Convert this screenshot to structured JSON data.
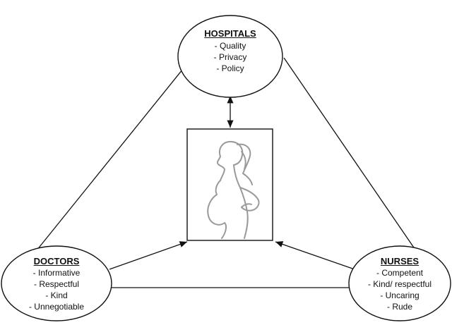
{
  "nodes": {
    "hospitals": {
      "title": "HOSPITALS",
      "items": [
        "- Quality",
        "- Privacy",
        "- Policy"
      ]
    },
    "doctors": {
      "title": "DOCTORS",
      "items": [
        "- Informative",
        "- Respectful",
        "- Kind",
        "- Unnegotiable"
      ]
    },
    "nurses": {
      "title": "NURSES",
      "items": [
        "- Competent",
        "- Kind/ respectful",
        "- Uncaring",
        "- Rude"
      ]
    }
  },
  "center": {
    "icon": "pregnant-woman-icon"
  },
  "colors": {
    "stroke": "#111111",
    "silhouette": "#9a9a9a"
  }
}
